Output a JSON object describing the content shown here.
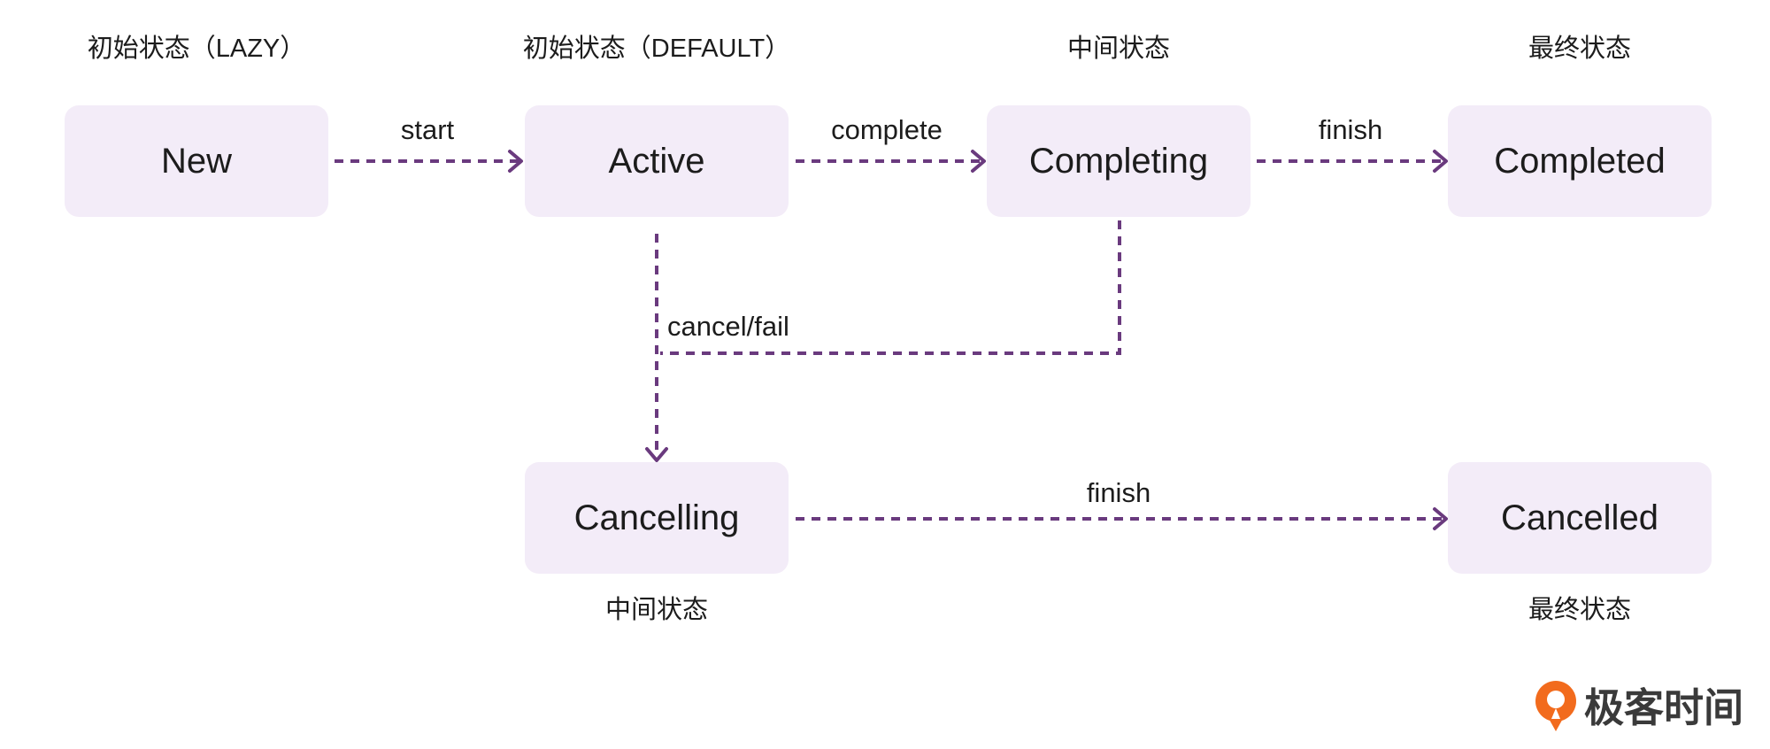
{
  "colors": {
    "node_fill": "#f3ecf8",
    "edge": "#6a3a7e",
    "text": "#1c1c1c",
    "logo_orange": "#f26b1d",
    "logo_text": "#3a3a3a"
  },
  "nodes": {
    "new": "New",
    "active": "Active",
    "completing": "Completing",
    "completed": "Completed",
    "cancelling": "Cancelling",
    "cancelled": "Cancelled"
  },
  "state_tags": {
    "new": "初始状态（LAZY）",
    "active": "初始状态（DEFAULT）",
    "completing": "中间状态",
    "completed": "最终状态",
    "cancelling": "中间状态",
    "cancelled": "最终状态"
  },
  "edges": {
    "start": "start",
    "complete": "complete",
    "finish_top": "finish",
    "cancel_fail": "cancel/fail",
    "finish_bottom": "finish"
  },
  "logo": {
    "icon": "geektime-logo-icon",
    "text": "极客时间"
  }
}
